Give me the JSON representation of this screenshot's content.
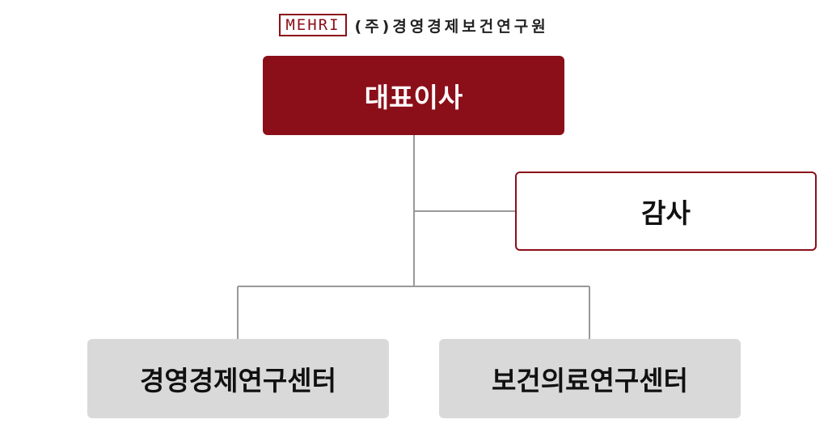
{
  "header": {
    "logo_text": "MEHRI",
    "org_name": "(주)경영경제보건연구원"
  },
  "org_chart": {
    "ceo": "대표이사",
    "auditor": "감사",
    "centers": [
      "경영경제연구센터",
      "보건의료연구센터"
    ]
  },
  "colors": {
    "brand": "#8b0f19",
    "center_fill": "#d9d9d9",
    "connector": "#999999"
  }
}
